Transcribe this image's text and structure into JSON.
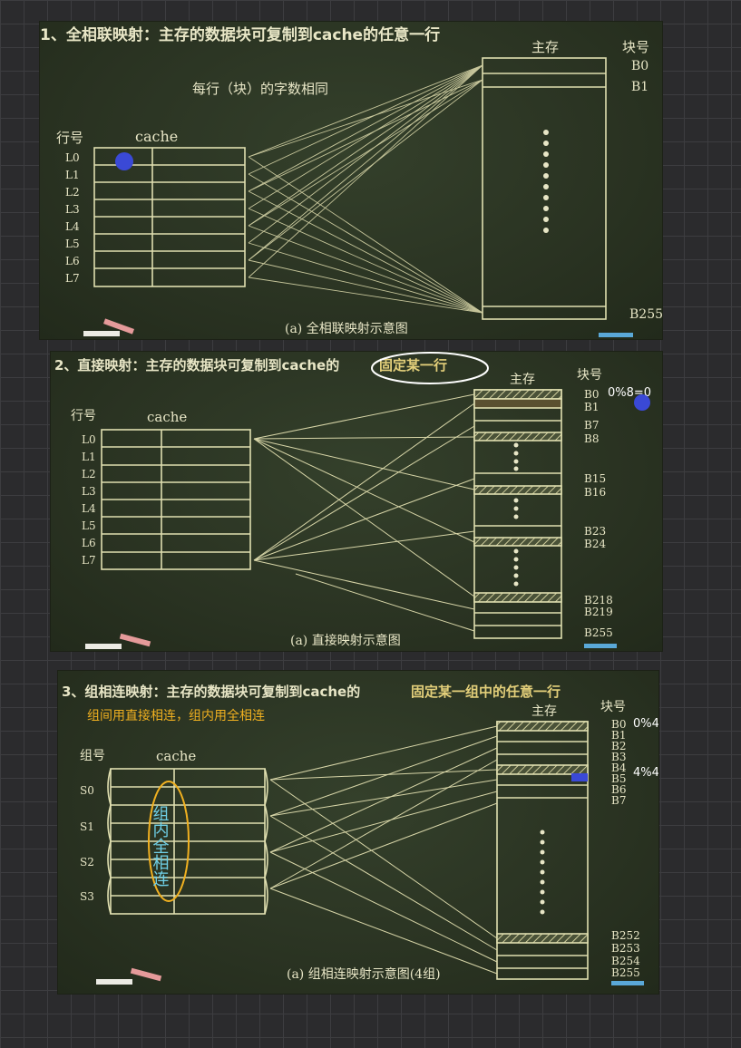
{
  "board1": {
    "title": "1、全相联映射：主存的数据块可复制到cache的任意一行",
    "note": "每行（块）的字数相同",
    "row_header": "行号",
    "cache_label": "cache",
    "memory_label": "主存",
    "block_header": "块号",
    "rows": [
      "L0",
      "L1",
      "L2",
      "L3",
      "L4",
      "L5",
      "L6",
      "L7"
    ],
    "blocks": [
      "B0",
      "B1",
      "B255"
    ],
    "caption": "(a) 全相联映射示意图"
  },
  "board2": {
    "title_prefix": "2、直接映射：主存的数据块可复制到cache的",
    "title_highlight": "固定某一行",
    "row_header": "行号",
    "cache_label": "cache",
    "memory_label": "主存",
    "block_header": "块号",
    "rows": [
      "L0",
      "L1",
      "L2",
      "L3",
      "L4",
      "L5",
      "L6",
      "L7"
    ],
    "blocks": [
      "B0",
      "B1",
      "B7",
      "B8",
      "B15",
      "B16",
      "B23",
      "B24",
      "B218",
      "B219",
      "B255"
    ],
    "annotation": "0%8=0",
    "caption": "(a) 直接映射示意图"
  },
  "board3": {
    "title_prefix": "3、组相连映射：主存的数据块可复制到cache的",
    "title_highlight": "固定某一组中的任意一行",
    "annotation_line": "组间用直接相连，组内用全相连",
    "group_header": "组号",
    "cache_label": "cache",
    "memory_label": "主存",
    "block_header": "块号",
    "groups": [
      "S0",
      "S1",
      "S2",
      "S3"
    ],
    "blocks_top": [
      "B0",
      "B1",
      "B2",
      "B3",
      "B4",
      "B5",
      "B6",
      "B7"
    ],
    "blocks_bottom": [
      "B252",
      "B253",
      "B254",
      "B255"
    ],
    "annotation_right_1": "0%4",
    "annotation_right_2": "4%4",
    "vertical_note": "组内全相连",
    "caption": "(a) 组相连映射示意图(4组)"
  }
}
